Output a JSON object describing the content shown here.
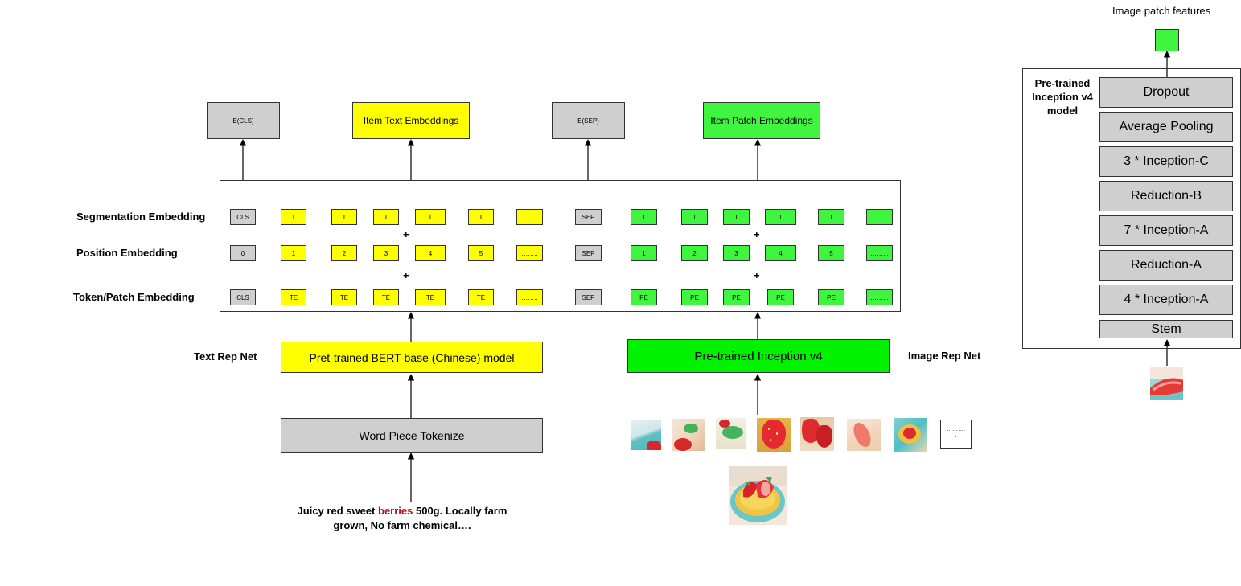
{
  "output_boxes": {
    "cls": "E(CLS)",
    "text": "Item Text Embeddings",
    "sep": "E(SEP)",
    "patch": "Item Patch Embeddings"
  },
  "row_labels": {
    "segmentation": "Segmentation Embedding",
    "position": "Position Embedding",
    "token": "Token/Patch  Embedding"
  },
  "rows": {
    "segmentation": [
      "CLS",
      "T",
      "T",
      "T",
      "T",
      "T",
      "……..",
      "SEP",
      "I",
      "I",
      "I",
      "I",
      "I",
      "……..."
    ],
    "position": [
      "0",
      "1",
      "2",
      "3",
      "4",
      "5",
      "……..",
      "SEP",
      "1",
      "2",
      "3",
      "4",
      "5",
      "……..."
    ],
    "token": [
      "CLS",
      "TE",
      "TE",
      "TE",
      "TE",
      "TE",
      "……..",
      "SEP",
      "PE",
      "PE",
      "PE",
      "PE",
      "PE",
      "……..."
    ]
  },
  "plus": "+",
  "text_side": {
    "net_label": "Text Rep Net",
    "model": "Pret-trained BERT-base (Chinese) model",
    "tokenizer": "Word Piece Tokenize",
    "input_prefix": "Juicy red sweet ",
    "input_highlight": "berries",
    "input_suffix": " 500g.  Locally farm",
    "input_line2": "grown,  No farm chemical…."
  },
  "image_side": {
    "net_label": "Image Rep Net",
    "model": "Pre-trained Inception v4",
    "ellipsis_tile": "……….",
    "ellipsis_tile_dot": "."
  },
  "inception_panel": {
    "title": "Image patch features",
    "model_label": "Pre-trained\nInception v4\nmodel",
    "layers": [
      "Dropout",
      "Average Pooling",
      "3 * Inception-C",
      "Reduction-B",
      "7 * Inception-A",
      "Reduction-A",
      "4 * Inception-A",
      "Stem"
    ]
  },
  "colors": {
    "gray": "#cfcfcf",
    "yellow": "#ffff00",
    "green": "#3ff53f",
    "bright_green": "#00f200",
    "highlight_text": "#b01020"
  }
}
